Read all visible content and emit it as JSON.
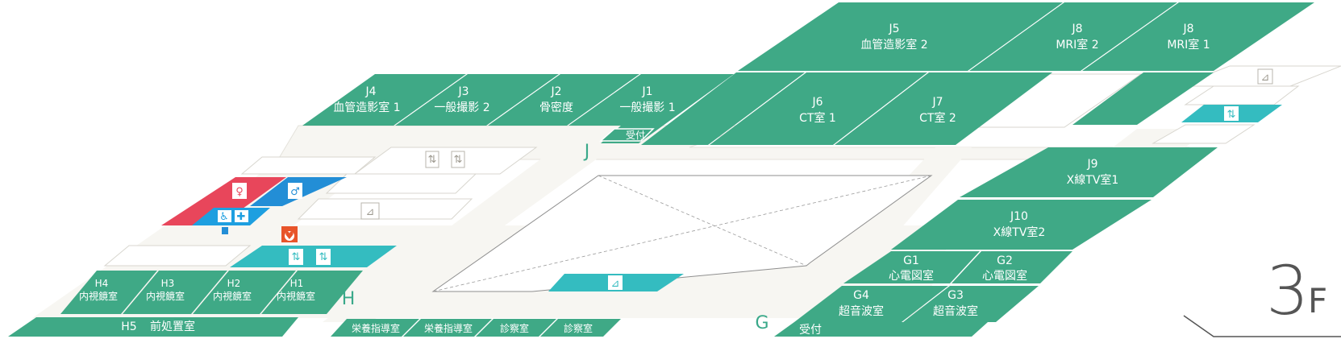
{
  "floor": {
    "number": "3",
    "suffix": "F"
  },
  "zones": {
    "J": "J",
    "H": "H",
    "G": "G"
  },
  "colors": {
    "room": "#3fa986",
    "corridor": "#f7f6f2",
    "outline": "#d8d6cf",
    "elevator": "#34bcc0",
    "womens_restroom": "#e8465b",
    "mens_restroom": "#238ed6",
    "accessible_restroom": "#1e9fe0",
    "aed": "#e8542a",
    "zone_letter": "#3aa98a",
    "floor_text": "#555555"
  },
  "rooms": {
    "J1": {
      "code": "J1",
      "name": "一般撮影 1"
    },
    "J2": {
      "code": "J2",
      "name": "骨密度"
    },
    "J3": {
      "code": "J3",
      "name": "一般撮影 2"
    },
    "J4": {
      "code": "J4",
      "name": "血管造影室 1"
    },
    "J5": {
      "code": "J5",
      "name": "血管造影室 2"
    },
    "J6": {
      "code": "J6",
      "name": "CT室 1"
    },
    "J7": {
      "code": "J7",
      "name": "CT室 2"
    },
    "J8a": {
      "code": "J8",
      "name": "MRI室 2"
    },
    "J8b": {
      "code": "J8",
      "name": "MRI室 1"
    },
    "J9": {
      "code": "J9",
      "name": "X線TV室1"
    },
    "J10": {
      "code": "J10",
      "name": "X線TV室2"
    },
    "G1": {
      "code": "G1",
      "name": "心電図室"
    },
    "G2": {
      "code": "G2",
      "name": "心電図室"
    },
    "G3": {
      "code": "G3",
      "name": "超音波室"
    },
    "G4": {
      "code": "G4",
      "name": "超音波室"
    },
    "H1": {
      "code": "H1",
      "name": "内視鏡室"
    },
    "H2": {
      "code": "H2",
      "name": "内視鏡室"
    },
    "H3": {
      "code": "H3",
      "name": "内視鏡室"
    },
    "H4": {
      "code": "H4",
      "name": "内視鏡室"
    },
    "H5": {
      "code": "H5",
      "name": "前処置室"
    },
    "N1": {
      "name": "栄養指導室"
    },
    "N2": {
      "name": "栄養指導室"
    },
    "C1": {
      "name": "診察室"
    },
    "C2": {
      "name": "診察室"
    }
  },
  "reception_J": "受付",
  "reception_G": "受付",
  "icons": {
    "elevator": "elevator-icon",
    "stairs": "stairs-icon",
    "escalator": "escalator-icon",
    "womens_restroom": "womens-restroom-icon",
    "mens_restroom": "mens-restroom-icon",
    "accessible_restroom": "accessible-restroom-icon",
    "ostomate": "ostomate-icon",
    "aed": "aed-icon"
  }
}
